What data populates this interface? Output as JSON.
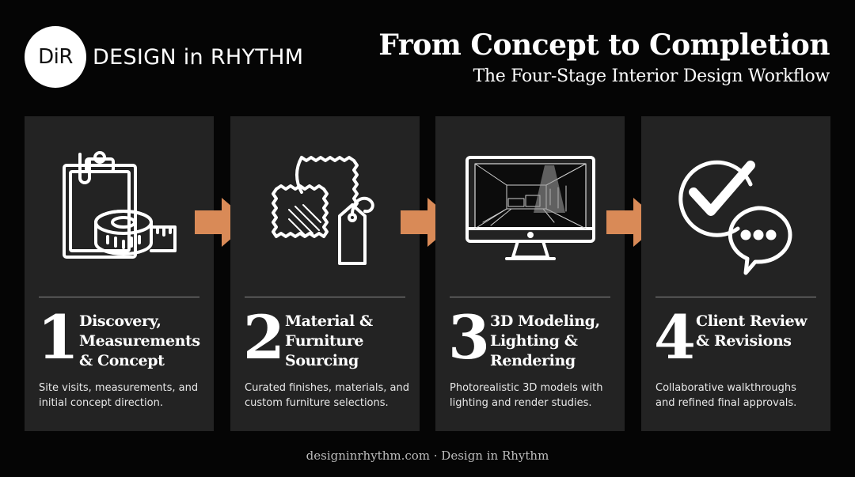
{
  "brand": {
    "logo_mark": "DiR",
    "name": "DESIGN in RHYTHM"
  },
  "header": {
    "title": "From Concept to Completion",
    "subtitle": "The Four-Stage Interior Design Workflow"
  },
  "colors": {
    "background": "#050505",
    "card": "#232323",
    "accent": "#d98a57"
  },
  "stages": [
    {
      "number": "1",
      "title_lines": [
        "Discovery,",
        "Measurements",
        "& Concept"
      ],
      "desc_lines": [
        "Site visits, measurements, and",
        "initial concept direction."
      ],
      "icon": "clipboard-tape-measure-icon"
    },
    {
      "number": "2",
      "title_lines": [
        "Material &",
        "Furniture",
        "Sourcing"
      ],
      "desc_lines": [
        "Curated finishes, materials, and",
        "custom furniture selections."
      ],
      "icon": "fabric-swatch-tag-icon"
    },
    {
      "number": "3",
      "title_lines": [
        "3D Modeling,",
        "Lighting &",
        "Rendering"
      ],
      "desc_lines": [
        "Photorealistic 3D models with",
        "lighting and render studies."
      ],
      "icon": "monitor-render-icon"
    },
    {
      "number": "4",
      "title_lines": [
        "Client Review",
        "& Revisions"
      ],
      "desc_lines": [
        "Collaborative walkthroughs",
        "and refined final approvals."
      ],
      "icon": "checkmark-chat-icon"
    }
  ],
  "footer": {
    "text": "designinrhythm.com · Design in Rhythm"
  }
}
